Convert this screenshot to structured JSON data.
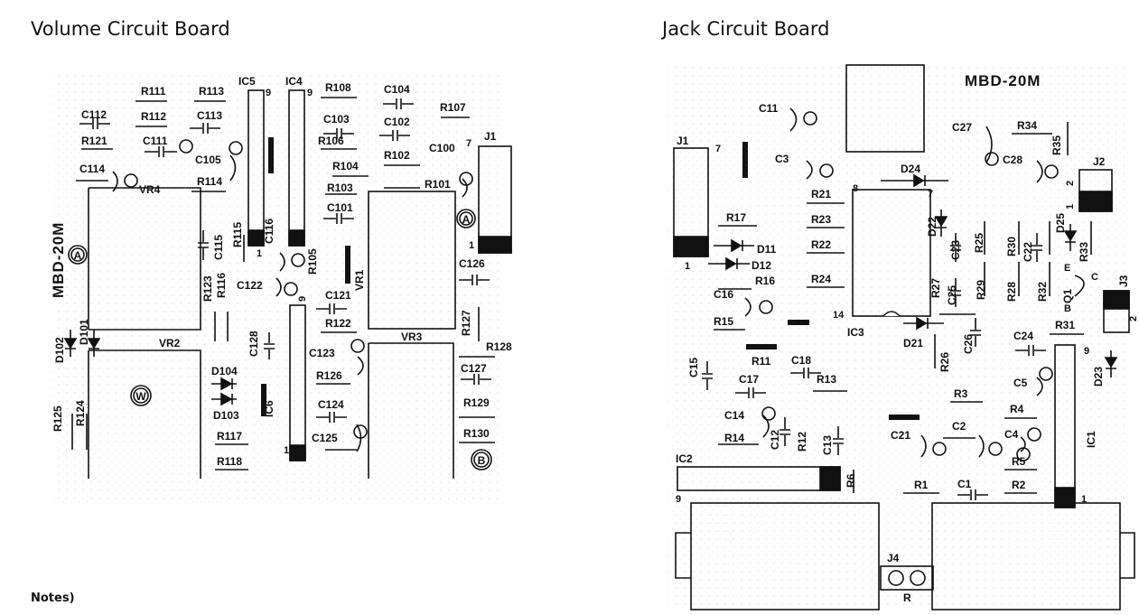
{
  "titles": {
    "volume_board": "Volume Circuit Board",
    "jack_board": "Jack Circuit Board"
  },
  "notes": "Notes)",
  "volume_board": {
    "board_label": "MBD-20M",
    "markers": [
      "A",
      "A",
      "W",
      "B"
    ],
    "ics": [
      "IC5",
      "IC4",
      "IC6"
    ],
    "pots": [
      "VR4",
      "VR2",
      "VR3",
      "VR1"
    ],
    "connectors": [
      "J1"
    ],
    "pin_numbers": [
      "9",
      "9",
      "7",
      "1",
      "9",
      "1",
      "1"
    ],
    "diodes": [
      "D102",
      "D101",
      "D104",
      "D103"
    ],
    "capacitors": [
      "C112",
      "C113",
      "C111",
      "C114",
      "C105",
      "C115",
      "C116",
      "C104",
      "C103",
      "C102",
      "C100",
      "C101",
      "C126",
      "C122",
      "C121",
      "C128",
      "C123",
      "C127",
      "C124",
      "C125"
    ],
    "resistors": [
      "R111",
      "R113",
      "R112",
      "R121",
      "R114",
      "R108",
      "R107",
      "R106",
      "R104",
      "R102",
      "R103",
      "R101",
      "R115",
      "R105",
      "R123",
      "R116",
      "R122",
      "R127",
      "R128",
      "R126",
      "R129",
      "R130",
      "R125",
      "R124",
      "R117",
      "R118"
    ]
  },
  "jack_board": {
    "board_label": "MBD-20M",
    "ics": [
      "IC1",
      "IC2",
      "IC3"
    ],
    "transistors": [
      "Q1"
    ],
    "connectors": [
      "J1",
      "J2",
      "J3",
      "J4"
    ],
    "jack_side": "R",
    "transistor_pins": [
      "E",
      "C",
      "B"
    ],
    "pin_numbers": [
      "7",
      "1",
      "8",
      "7",
      "14",
      "9",
      "1",
      "9",
      "2",
      "1",
      "2"
    ],
    "diodes": [
      "D24",
      "D22",
      "D25",
      "D11",
      "D12",
      "D21",
      "D23"
    ],
    "capacitors": [
      "C11",
      "C27",
      "C28",
      "C3",
      "C23",
      "C22",
      "C25",
      "C16",
      "C26",
      "C24",
      "C15",
      "C18",
      "C17",
      "C5",
      "C14",
      "C12",
      "C13",
      "C21",
      "C2",
      "C4",
      "C1"
    ],
    "resistors": [
      "R34",
      "R35",
      "R21",
      "R23",
      "R22",
      "R24",
      "R25",
      "R30",
      "R33",
      "R17",
      "R16",
      "R27",
      "R29",
      "R28",
      "R32",
      "R15",
      "R31",
      "R26",
      "R11",
      "R13",
      "R3",
      "R4",
      "R14",
      "R12",
      "R5",
      "R6",
      "R1",
      "R2"
    ]
  }
}
